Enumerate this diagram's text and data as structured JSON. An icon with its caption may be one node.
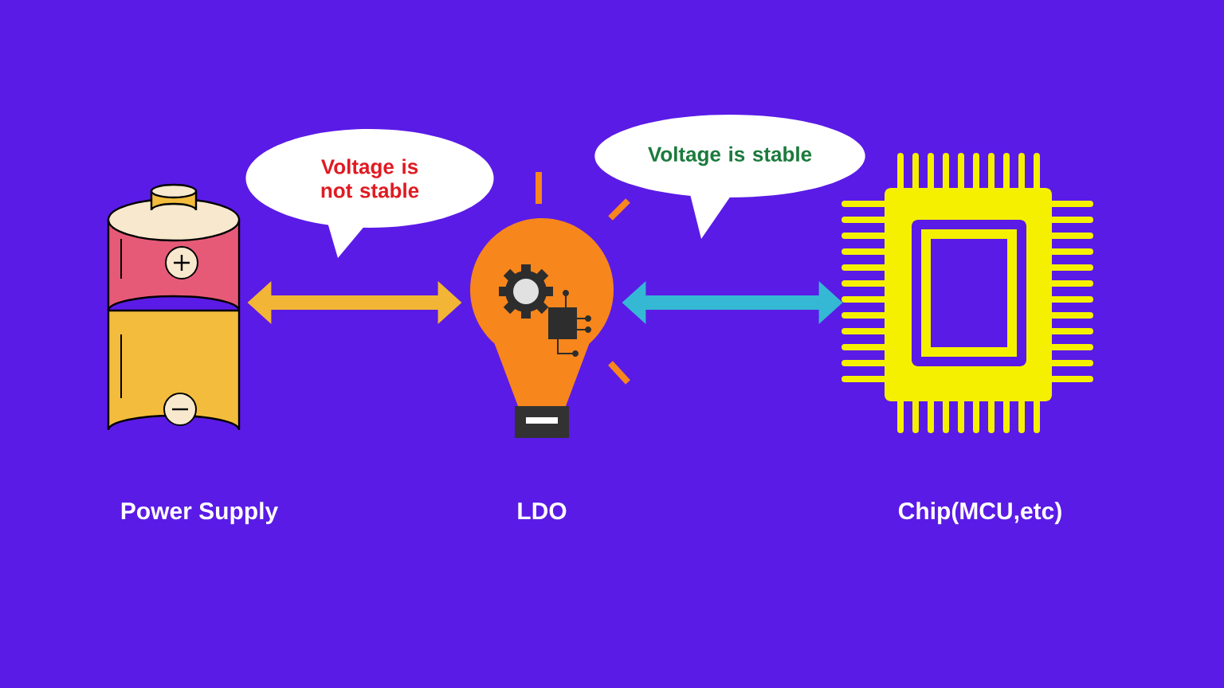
{
  "diagram": {
    "nodes": [
      {
        "text": [],
        "shape": "picture",
        "beside": [
          "Power Supply"
        ]
      },
      {
        "text": [],
        "shape": "picture",
        "beside": [
          "LDO"
        ]
      },
      {
        "text": [],
        "shape": "picture",
        "beside": [
          "Chip(MCU,etc)"
        ]
      },
      {
        "text": [
          "Voltage is not stable"
        ]
      },
      {
        "text": [
          "Voltage is stable"
        ]
      }
    ],
    "edges": [
      {
        "from": 0,
        "to": 1,
        "arrow": "both",
        "color": "#f2b535"
      },
      {
        "from": 1,
        "to": 2,
        "arrow": "both",
        "color": "#35b8d4"
      }
    ]
  }
}
